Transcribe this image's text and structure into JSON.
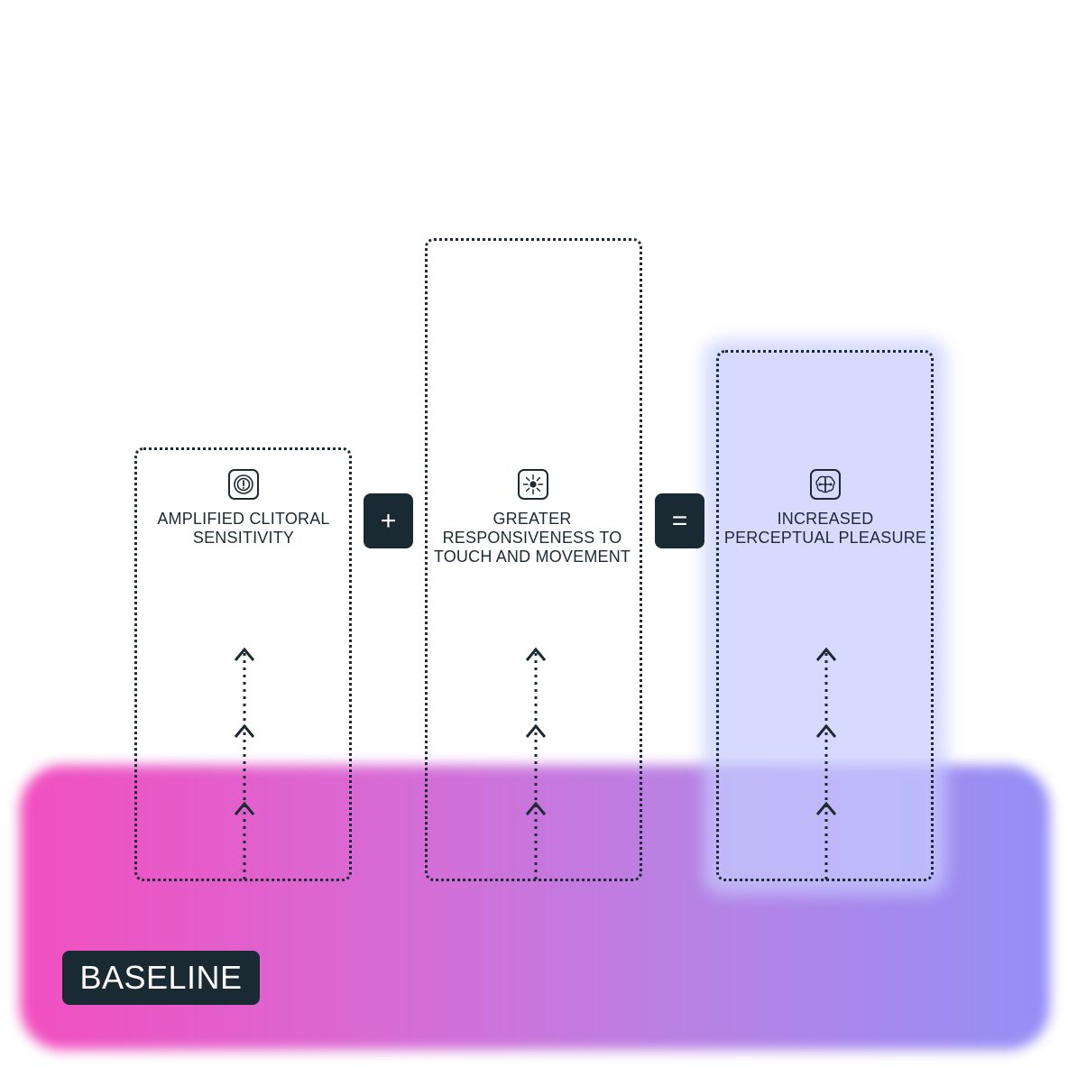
{
  "columns": [
    {
      "icon": "clitoris-circle-icon",
      "label": "AMPLIFIED CLITORAL SENSITIVITY"
    },
    {
      "icon": "sun-burst-icon",
      "label": "GREATER RESPONSIVENESS TO TOUCH AND MOVEMENT"
    },
    {
      "icon": "brain-icon",
      "label": "INCREASED PERCEPTUAL PLEASURE"
    }
  ],
  "operators": {
    "plus": "+",
    "equals": "="
  },
  "baseline": {
    "label": "BASELINE"
  },
  "colors": {
    "ink": "#1c2a33",
    "gradient_start": "#f24fbf",
    "gradient_end": "#958ff6",
    "highlight": "#c6ccff"
  }
}
